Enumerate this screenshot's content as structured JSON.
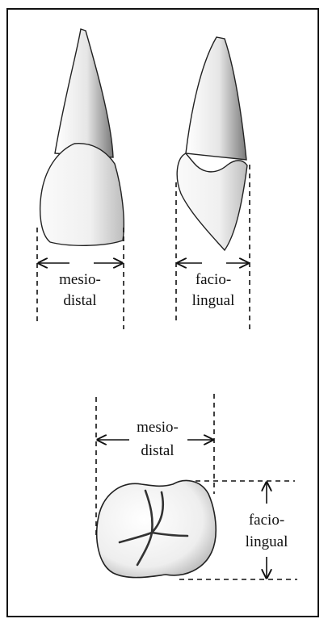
{
  "labels": {
    "incisor_mesiodistal": [
      "mesio-",
      "distal"
    ],
    "incisor_faciolingual": [
      "facio-",
      "lingual"
    ],
    "molar_mesiodistal": [
      "mesio-",
      "distal"
    ],
    "molar_faciolingual": [
      "facio-",
      "lingual"
    ]
  },
  "colors": {
    "border": "#111111",
    "tooth_fill": "#f4f4f4",
    "tooth_shade": "#8a8a8a",
    "line": "#111111"
  }
}
